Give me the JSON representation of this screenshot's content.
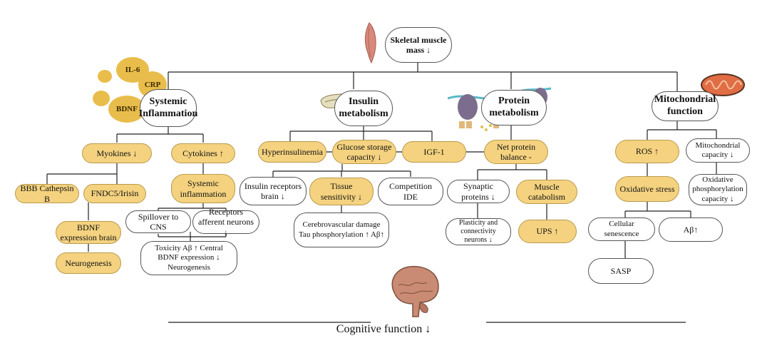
{
  "top": {
    "title": "Skeletal muscle mass ↓"
  },
  "bubbles": {
    "il6": "IL-6",
    "crp": "CRP",
    "bdnf": "BDNF"
  },
  "branches": {
    "inflammation": {
      "title": "Systemic Inflammation",
      "myokines": "Myokines ↓",
      "cytokines": "Cytokines ↑",
      "bbb": "BBB Cathepsin B",
      "fndc5": "FNDC5/Irisin",
      "bdnf_expr": "BDNF expression brain",
      "neurogenesis": "Neurogenesis",
      "systemic": "Systemic inflammation",
      "spillover": "Spillover to CNS",
      "receptors": "Receptors afferent neurons ↓",
      "toxicity": "Toxicity Aβ ↑ Central BDNF expression ↓ Neurogenesis"
    },
    "insulin": {
      "title": "Insulin metabolism",
      "hyper": "Hyperinsulinemia",
      "glucose": "Glucose storage capacity ↓",
      "igf": "IGF-1",
      "receptors": "Insulin receptors brain ↓",
      "sensitivity": "Tissue sensitivity ↓",
      "competition": "Competition IDE",
      "cerebro": "Cerebrovascular damage Tau phosphorylation ↑ Aβ↑"
    },
    "protein": {
      "title": "Protein metabolism",
      "net": "Net protein balance -",
      "synaptic": "Synaptic proteins ↓",
      "catabolism": "Muscle catabolism",
      "plasticity": "Plasticity and connectivity neurons ↓",
      "ups": "UPS ↑"
    },
    "mito": {
      "title": "Mitochondrial function",
      "ros": "ROS ↑",
      "capacity": "Mitochondrial capacity ↓",
      "oxstress": "Oxidative stress",
      "oxphos": "Oxidative phosphorylation capacity ↓",
      "senescence": "Cellular senescence",
      "abeta": "Aβ↑",
      "sasp": "SASP"
    }
  },
  "footer": {
    "label": "Cognitive function ↓"
  },
  "colors": {
    "highlight": "#f4d27f",
    "bubble": "#e9bd4b",
    "line": "#222222"
  }
}
